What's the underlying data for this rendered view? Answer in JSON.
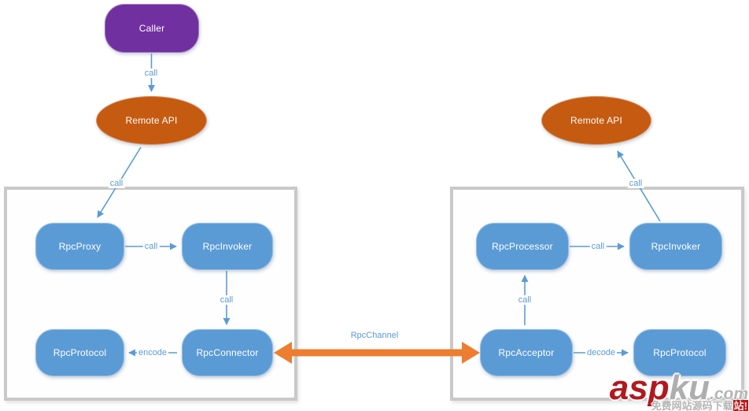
{
  "nodes": {
    "caller": "Caller",
    "remote_api_left": "Remote API",
    "remote_api_right": "Remote API",
    "rpc_proxy": "RpcProxy",
    "rpc_invoker_left": "RpcInvoker",
    "rpc_protocol_left": "RpcProtocol",
    "rpc_connector": "RpcConnector",
    "rpc_processor": "RpcProcessor",
    "rpc_invoker_right": "RpcInvoker",
    "rpc_acceptor": "RpcAcceptor",
    "rpc_protocol_right": "RpcProtocol"
  },
  "edges": {
    "caller_to_remote_api": "call",
    "remote_api_to_rpc_proxy": "call",
    "rpc_proxy_to_rpc_invoker": "call",
    "rpc_invoker_to_rpc_connector": "call",
    "rpc_connector_to_rpc_protocol": "encode",
    "rpc_channel": "RpcChannel",
    "rpc_acceptor_to_rpc_processor": "call",
    "rpc_processor_to_rpc_invoker": "call",
    "rpc_invoker_to_remote_api": "call",
    "rpc_acceptor_to_rpc_protocol": "decode"
  },
  "colors": {
    "caller_fill": "#7030a0",
    "remote_api_fill": "#c55a11",
    "node_fill": "#5b9bd5",
    "arrow_blue": "#5b9bd5",
    "channel_orange": "#ed7d31",
    "container_border": "#c9c9c9",
    "edge_label_text": "#5b9bd5"
  },
  "watermark": {
    "brand_primary": "asp",
    "brand_secondary": "ku",
    "brand_tld": ".com",
    "tagline_main": "免费网站源码下载",
    "tagline_suffix": "站!"
  }
}
